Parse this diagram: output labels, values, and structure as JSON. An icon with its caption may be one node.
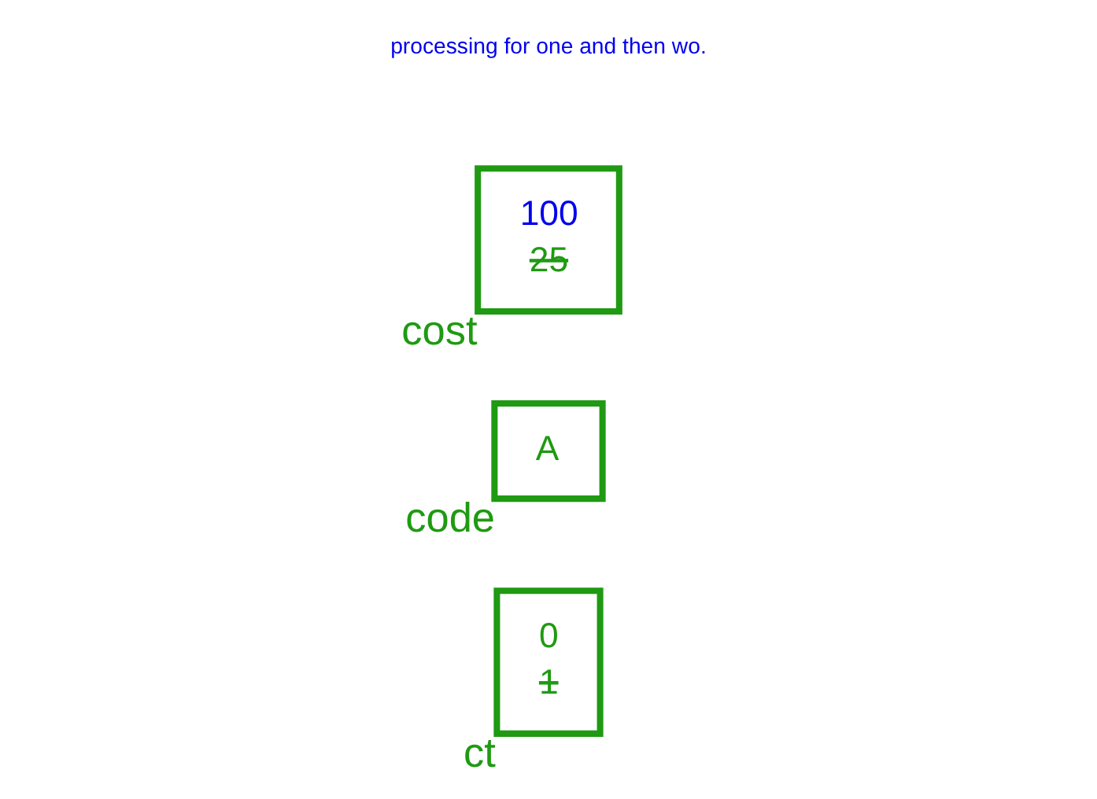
{
  "diagram": {
    "nodes": [
      {
        "text": [
          "0",
          "1"
        ],
        "beside": [
          "ct"
        ]
      },
      {
        "text": [
          "A"
        ],
        "beside": [
          "code"
        ]
      },
      {
        "text": [
          "100",
          "25"
        ],
        "beside": [
          "cost"
        ]
      }
    ],
    "labels": [
      "processing for one and then wo."
    ]
  }
}
